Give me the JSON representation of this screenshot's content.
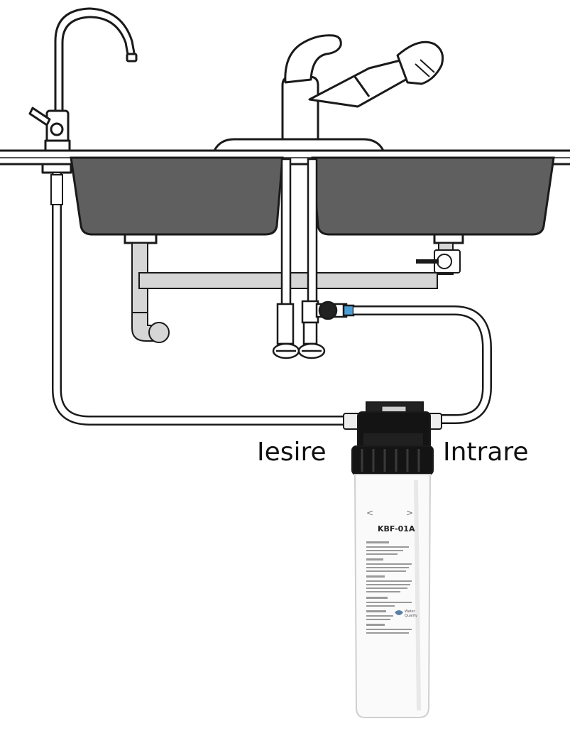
{
  "labels": {
    "outlet": "Iesire",
    "inlet": "Intrare"
  },
  "filter": {
    "model": "KBF-01A",
    "brand_line1": "Water",
    "brand_line2": "Quality"
  },
  "colors": {
    "sink_basin": "#5f5f5f",
    "stroke": "#1a1a1a",
    "drain_pipe": "#d6d6d6",
    "filter_head": "#141414",
    "filter_body": "#fafafa",
    "supply_tube": "#ffffff"
  },
  "icons": {
    "inlet_arrow": "arrow-right-icon",
    "outlet_arrow": "arrow-left-icon"
  }
}
